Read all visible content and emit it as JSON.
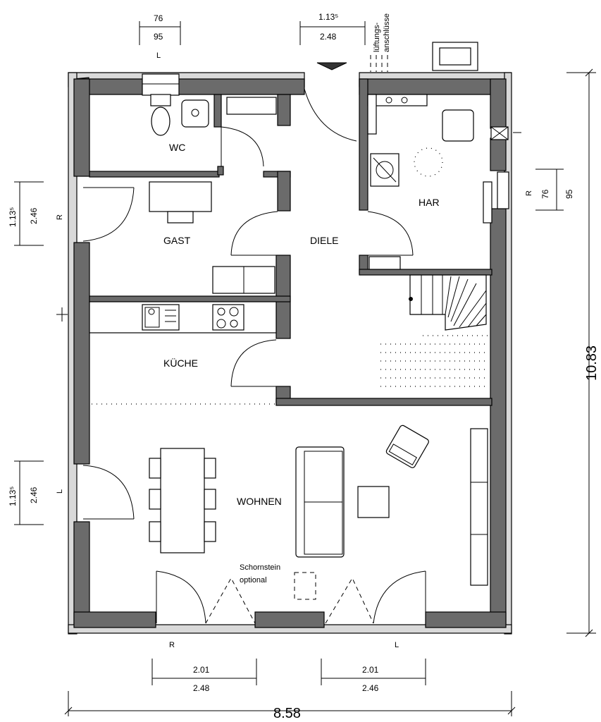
{
  "rooms": {
    "wc": "WC",
    "gast": "GAST",
    "diele": "DIELE",
    "har": "HAR",
    "kueche": "KÜCHE",
    "wohnen": "WOHNEN"
  },
  "annotations": {
    "schornstein_line1": "Schornstein",
    "schornstein_line2": "optional",
    "vertical_note_line1": "lüftungs-",
    "vertical_note_line2": "anschlüsse"
  },
  "dimensions": {
    "total_width": "8.58",
    "total_height": "10.83",
    "top_left_upper": "76",
    "top_left_lower": "95",
    "top_left_mark": "L",
    "top_door_upper": "1.13⁵",
    "top_door_lower": "2.48",
    "left_upper_outer": "1.13⁵",
    "left_upper_inner": "2.46",
    "left_upper_mark": "R",
    "left_lower_outer": "1.13⁵",
    "left_lower_inner": "2.46",
    "left_lower_mark": "L",
    "right_outer": "76",
    "right_inner": "95",
    "right_mark": "R",
    "bottom_left_upper": "2.01",
    "bottom_left_lower": "2.48",
    "bottom_left_mark": "R",
    "bottom_right_upper": "2.01",
    "bottom_right_lower": "2.46",
    "bottom_right_mark": "L"
  }
}
